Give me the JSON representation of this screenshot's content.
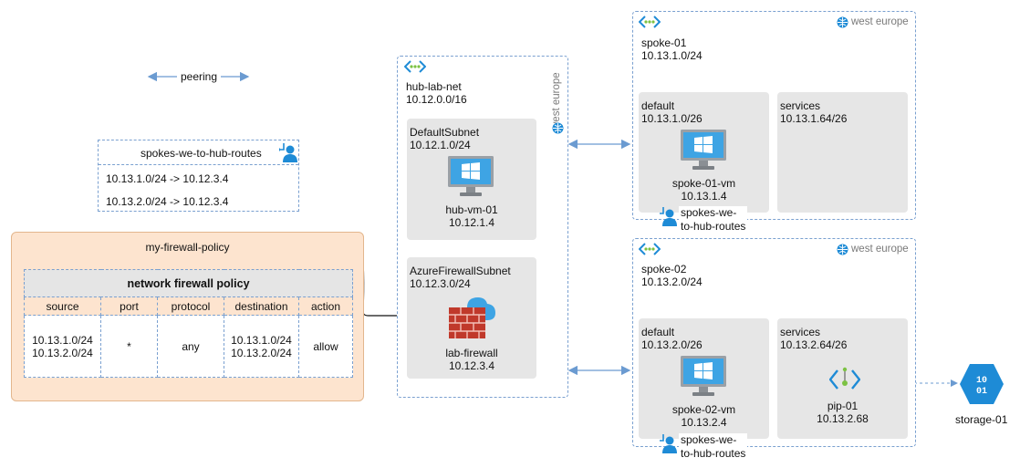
{
  "legend": {
    "peering_label": "peering"
  },
  "route_table": {
    "title": "spokes-we-to-hub-routes",
    "routes": [
      "10.13.1.0/24 -> 10.12.3.4",
      "10.13.2.0/24 -> 10.12.3.4"
    ]
  },
  "policy": {
    "title": "my-firewall-policy",
    "table_title": "network firewall policy",
    "headers": [
      "source",
      "port",
      "protocol",
      "destination",
      "action"
    ],
    "row": {
      "source_1": "10.13.1.0/24",
      "source_2": "10.13.2.0/24",
      "port": "*",
      "protocol": "any",
      "destination_1": "10.13.1.0/24",
      "destination_2": "10.13.2.0/24",
      "action": "allow"
    }
  },
  "hub": {
    "name": "hub-lab-net",
    "cidr": "10.12.0.0/16",
    "region": "west europe",
    "default_subnet": {
      "name": "DefaultSubnet",
      "cidr": "10.12.1.0/24",
      "vm": {
        "name": "hub-vm-01",
        "ip": "10.12.1.4"
      }
    },
    "firewall_subnet": {
      "name": "AzureFirewallSubnet",
      "cidr": "10.12.3.0/24",
      "firewall": {
        "name": "lab-firewall",
        "ip": "10.12.3.4"
      }
    }
  },
  "spoke1": {
    "name": "spoke-01",
    "cidr": "10.13.1.0/24",
    "region": "west europe",
    "default_subnet": {
      "name": "default",
      "cidr": "10.13.1.0/26",
      "vm": {
        "name": "spoke-01-vm",
        "ip": "10.13.1.4"
      }
    },
    "services_subnet": {
      "name": "services",
      "cidr": "10.13.1.64/26"
    },
    "route_label_1": "spokes-we-",
    "route_label_2": "to-hub-routes"
  },
  "spoke2": {
    "name": "spoke-02",
    "cidr": "10.13.2.0/24",
    "region": "west europe",
    "default_subnet": {
      "name": "default",
      "cidr": "10.13.2.0/26",
      "vm": {
        "name": "spoke-02-vm",
        "ip": "10.13.2.4"
      }
    },
    "services_subnet": {
      "name": "services",
      "cidr": "10.13.2.64/26",
      "pip": {
        "name": "pip-01",
        "ip": "10.13.2.68"
      }
    },
    "route_label_1": "spokes-we-",
    "route_label_2": "to-hub-routes"
  },
  "storage": {
    "name": "storage-01",
    "glyph_1": "10",
    "glyph_2": "01"
  },
  "colors": {
    "azure_blue": "#1e8bd6",
    "dashed_border": "#7aa0d0",
    "connector": "#6b9bd1",
    "subnet_fill": "#e6e6e6",
    "policy_fill": "#fde4cf",
    "firewall_red": "#c0392b"
  },
  "icons": [
    "vnet-icon",
    "globe-icon",
    "route-table-icon",
    "vm-monitor-icon",
    "firewall-icon",
    "public-ip-icon",
    "storage-icon"
  ]
}
